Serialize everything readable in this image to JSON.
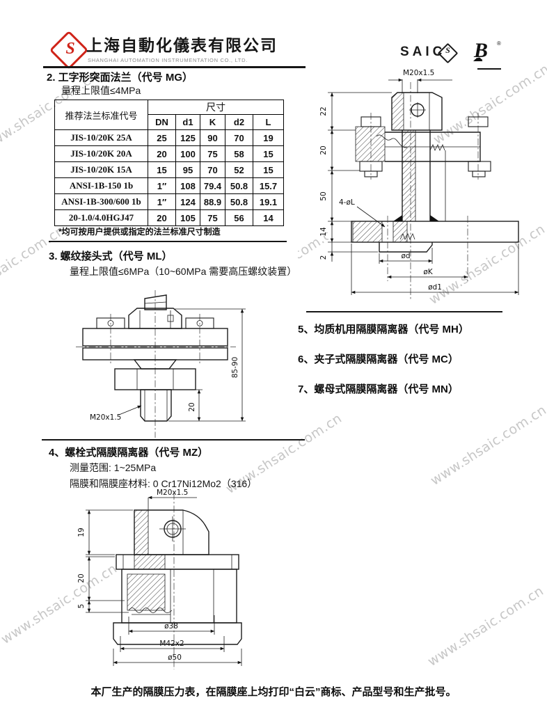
{
  "watermark": {
    "text": "www.shsaic.com.cn"
  },
  "header": {
    "company_cn": "上海自動化儀表有限公司",
    "company_en": "SHANGHAI AUTOMATION INSTRUMENTATION CO., LTD.",
    "logo_letter": "S",
    "saic_label": "SAIC",
    "baiyun_letter": "B",
    "baiyun_cloud": "☁",
    "reg_mark": "®",
    "brand_color": "#cf2318"
  },
  "sections": {
    "s2": {
      "title": "2. 工字形突面法兰（代号 MG）",
      "subtitle": "量程上限值≤4MPa",
      "footnote": "*均可按用户提供或指定的法兰标准尺寸制造"
    },
    "s3": {
      "title": "3. 螺纹接头式（代号 ML）",
      "subtitle": "量程上限值≤6MPa（10~60MPa 需要高压螺纹装置）"
    },
    "s4": {
      "title": "4、螺栓式隔膜隔离器（代号 MZ）",
      "line1": "测量范围: 1~25MPa",
      "line2": "隔膜和隔膜座材料: 0 Cr17Ni12Mo2（316）"
    }
  },
  "flange_table": {
    "corner_header": "推荐法兰标准代号",
    "size_header": "尺寸",
    "columns": [
      "DN",
      "d1",
      "K",
      "d2",
      "L"
    ],
    "rows": [
      {
        "code": "JIS-10/20K 25A",
        "dn": "25",
        "d1": "125",
        "k": "90",
        "d2": "70",
        "l": "19"
      },
      {
        "code": "JIS-10/20K 20A",
        "dn": "20",
        "d1": "100",
        "k": "75",
        "d2": "58",
        "l": "15"
      },
      {
        "code": "JIS-10/20K 15A",
        "dn": "15",
        "d1": "95",
        "k": "70",
        "d2": "52",
        "l": "15"
      },
      {
        "code": "ANSI-1B-150 1b",
        "dn": "1″",
        "d1": "108",
        "k": "79.4",
        "d2": "50.8",
        "l": "15.7"
      },
      {
        "code": "ANSI-1B-300/600 1b",
        "dn": "1″",
        "d1": "124",
        "k": "88.9",
        "d2": "50.8",
        "l": "19.1"
      },
      {
        "code": "20-1.0/4.0HGJ47",
        "dn": "20",
        "d1": "105",
        "k": "75",
        "d2": "56",
        "l": "14"
      }
    ]
  },
  "item_list": [
    "5、均质机用隔膜隔离器（代号 MH）",
    "6、夹子式隔膜隔离器（代号 MC）",
    "7、螺母式隔膜隔离器（代号 MN）"
  ],
  "mg_drawing": {
    "thread": "M20x1.5",
    "dim_cap": "22",
    "dim_flange": "20",
    "dim_stem": "50",
    "dim_base": "14",
    "dim_face": "2",
    "bolt_holes": "4-øL",
    "dia_d": "ød",
    "dia_k": "øK",
    "dia_d1": "ød1"
  },
  "ml_drawing": {
    "dim_total": "85-90",
    "dim_stub": "20",
    "thread": "M20x1.5"
  },
  "mz_drawing": {
    "thread": "M20x1.5",
    "dim_cap": "19",
    "dim_body": "20",
    "dim_seat": "5",
    "dia_diaphragm": "ø38",
    "thread_body": "M42x2",
    "dia_outer": "ø50"
  },
  "footer": {
    "note": "本厂生产的隔膜压力表，在隔膜座上均打印“白云”商标、产品型号和生产批号。"
  }
}
